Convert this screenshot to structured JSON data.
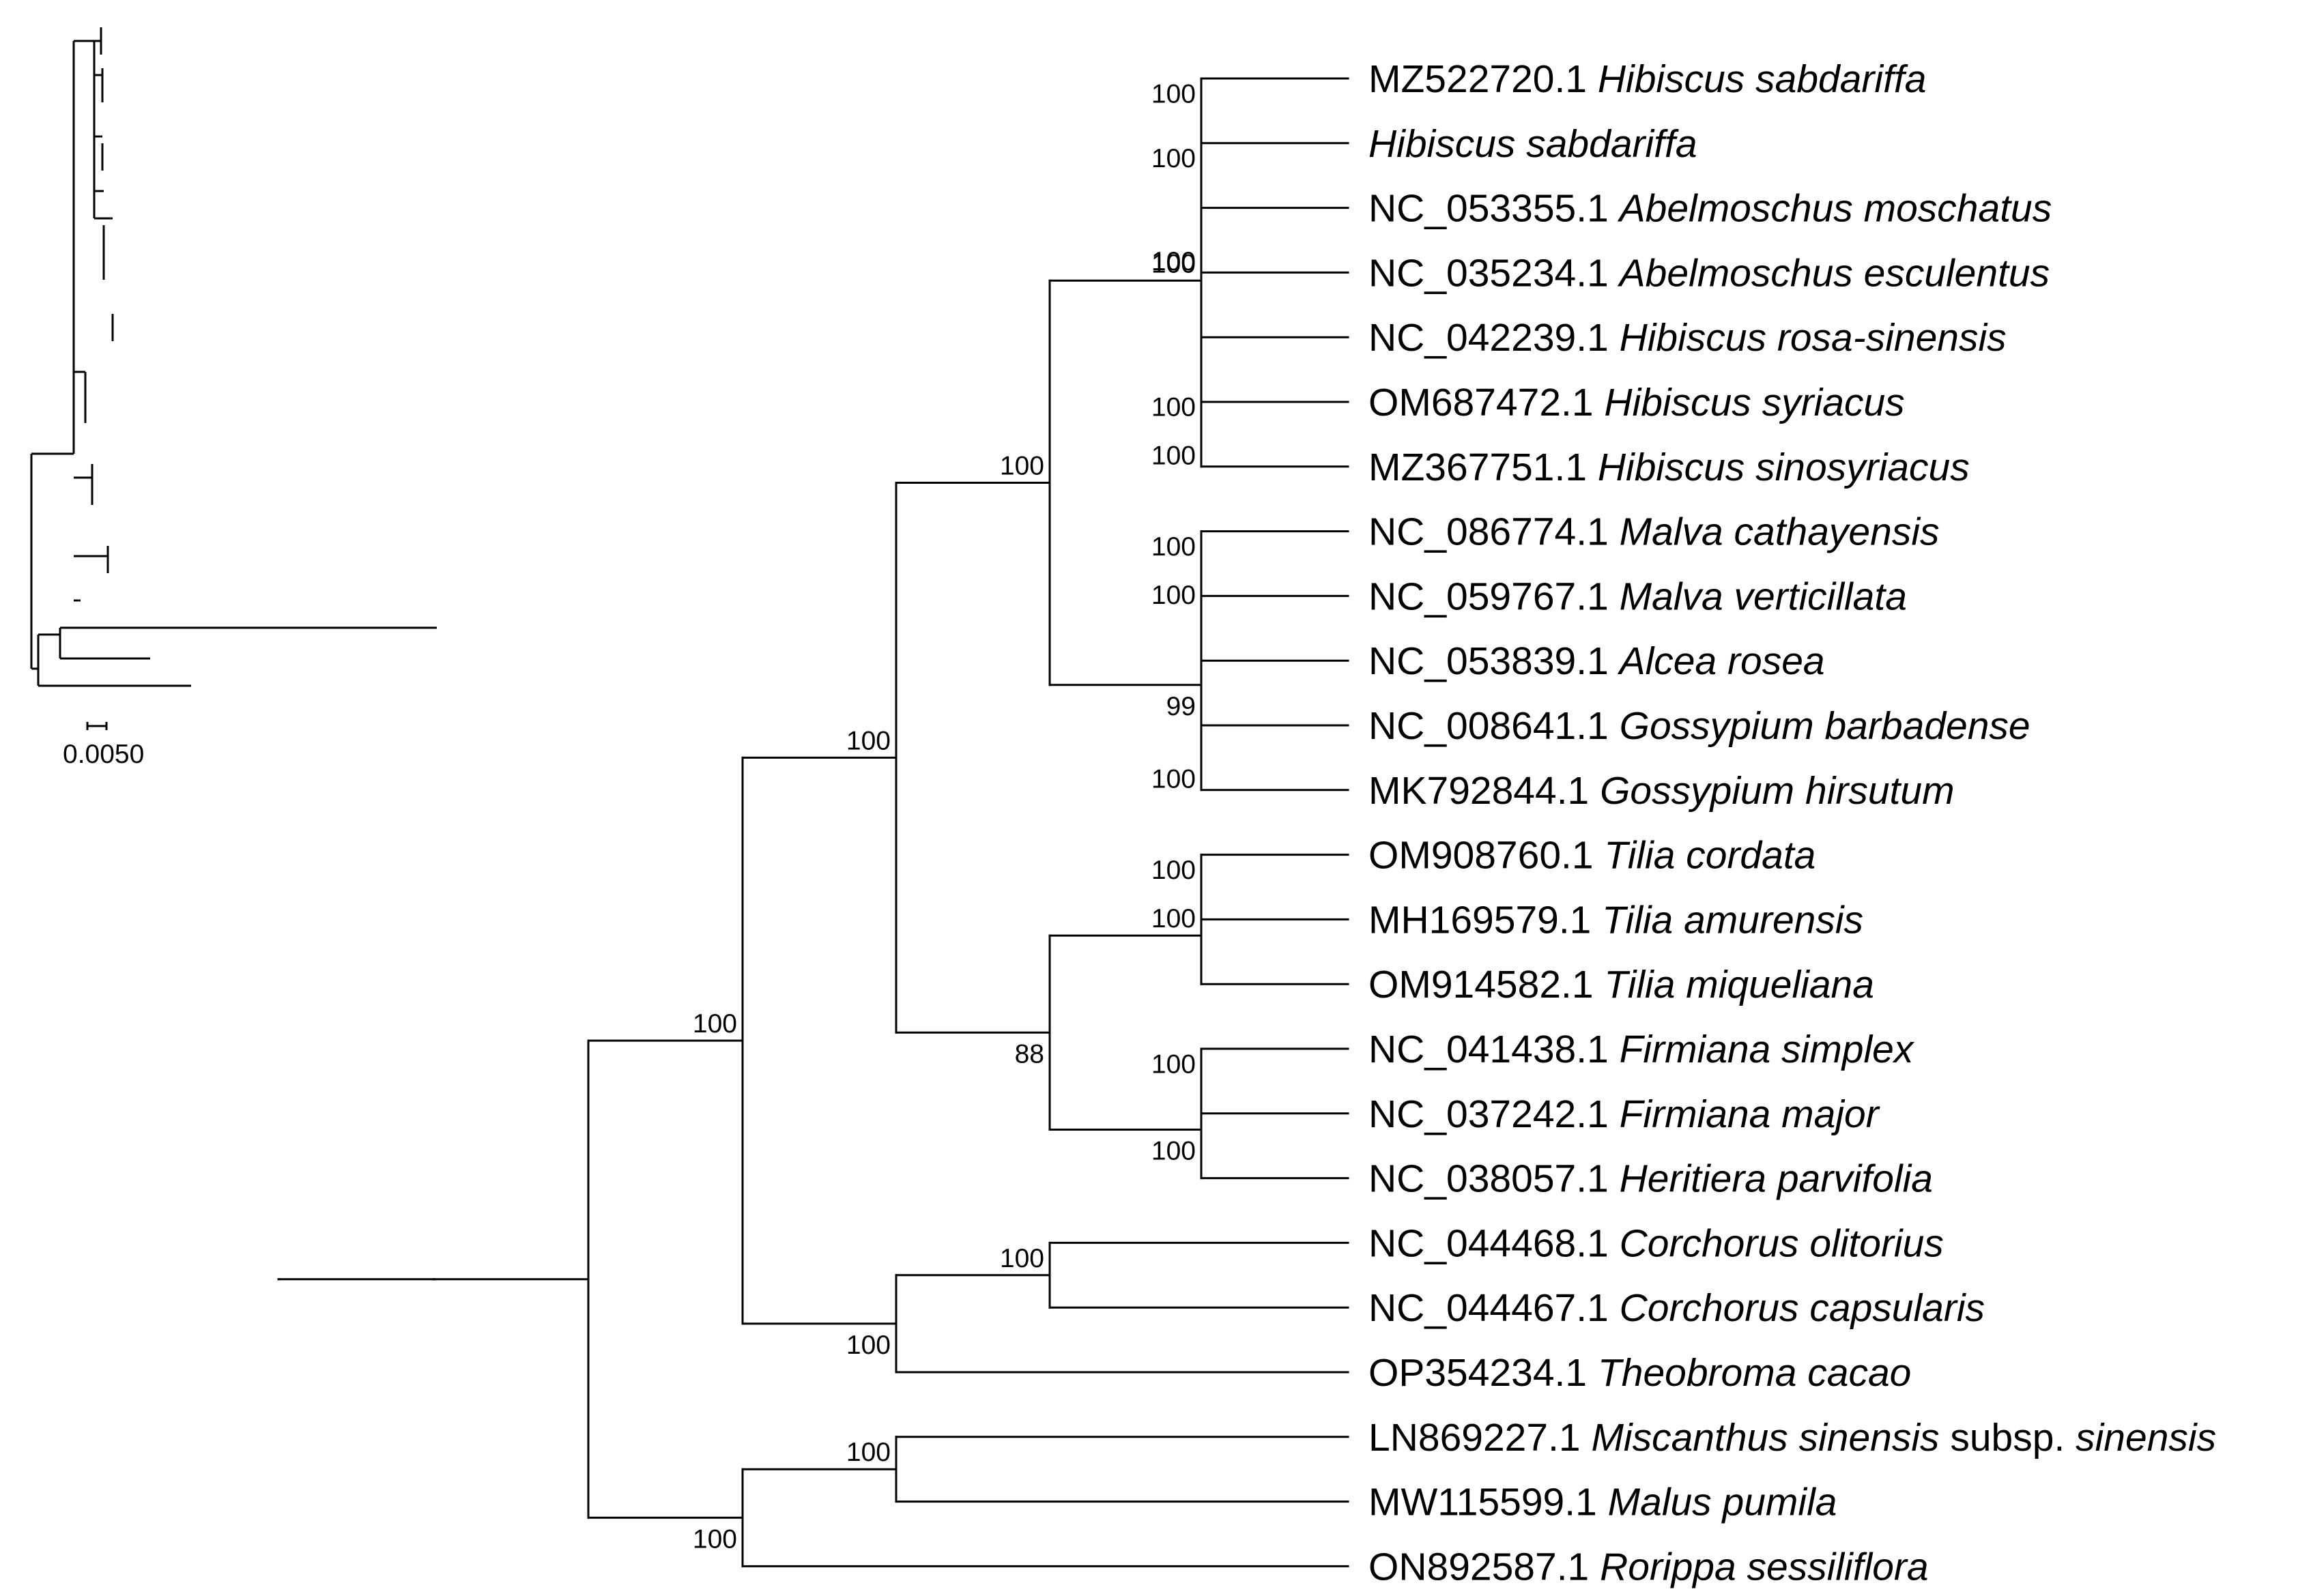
{
  "tree": {
    "leaves": [
      {
        "acc": "MZ522720.1",
        "species": "Hibiscus sabdariffa"
      },
      {
        "acc": "",
        "species": "Hibiscus sabdariffa"
      },
      {
        "acc": "NC_053355.1",
        "species": "Abelmoschus moschatus"
      },
      {
        "acc": "NC_035234.1",
        "species": "Abelmoschus esculentus"
      },
      {
        "acc": "NC_042239.1",
        "species": "Hibiscus rosa-sinensis"
      },
      {
        "acc": "OM687472.1",
        "species": "Hibiscus syriacus"
      },
      {
        "acc": "MZ367751.1",
        "species": "Hibiscus sinosyriacus"
      },
      {
        "acc": "NC_086774.1",
        "species": "Malva cathayensis"
      },
      {
        "acc": "NC_059767.1",
        "species": "Malva verticillata"
      },
      {
        "acc": "NC_053839.1",
        "species": "Alcea rosea"
      },
      {
        "acc": "NC_008641.1",
        "species": "Gossypium barbadense"
      },
      {
        "acc": "MK792844.1",
        "species": "Gossypium hirsutum"
      },
      {
        "acc": "OM908760.1",
        "species": "Tilia cordata"
      },
      {
        "acc": "MH169579.1",
        "species": "Tilia amurensis"
      },
      {
        "acc": "OM914582.1",
        "species": "Tilia miqueliana"
      },
      {
        "acc": "NC_041438.1",
        "species": "Firmiana simplex"
      },
      {
        "acc": "NC_037242.1",
        "species": "Firmiana major"
      },
      {
        "acc": "NC_038057.1",
        "species": "Heritiera parvifolia"
      },
      {
        "acc": "NC_044468.1",
        "species": "Corchorus olitorius"
      },
      {
        "acc": "NC_044467.1",
        "species": "Corchorus capsularis"
      },
      {
        "acc": "OP354234.1",
        "species": "Theobroma cacao"
      },
      {
        "acc": "LN869227.1",
        "species": "Miscanthus sinensis",
        "mid": " subsp. ",
        "species2": "sinensis"
      },
      {
        "acc": "MW115599.1",
        "species": "Malus pumila"
      },
      {
        "acc": "ON892587.1",
        "species": "Rorippa sessiliflora"
      }
    ],
    "newick": "(((((((((L0,L1)100,(L2,L3)100)100,(L4,(L5,L6)100)100)100,(((L7,L8)100,L9)100,(L10,L11)100)99)100,(((L12,L13)100,L14)100,((L15,L16)100,L17)100)88)100,((L18,L19)100,L20)100)100,((L21,L22)100,L23)100))",
    "support_values": [
      100,
      100,
      100,
      100,
      100,
      100,
      100,
      100,
      100,
      99,
      100,
      100,
      100,
      100,
      88,
      100,
      100,
      100,
      100,
      100
    ],
    "scale_bar": "0.0050"
  }
}
